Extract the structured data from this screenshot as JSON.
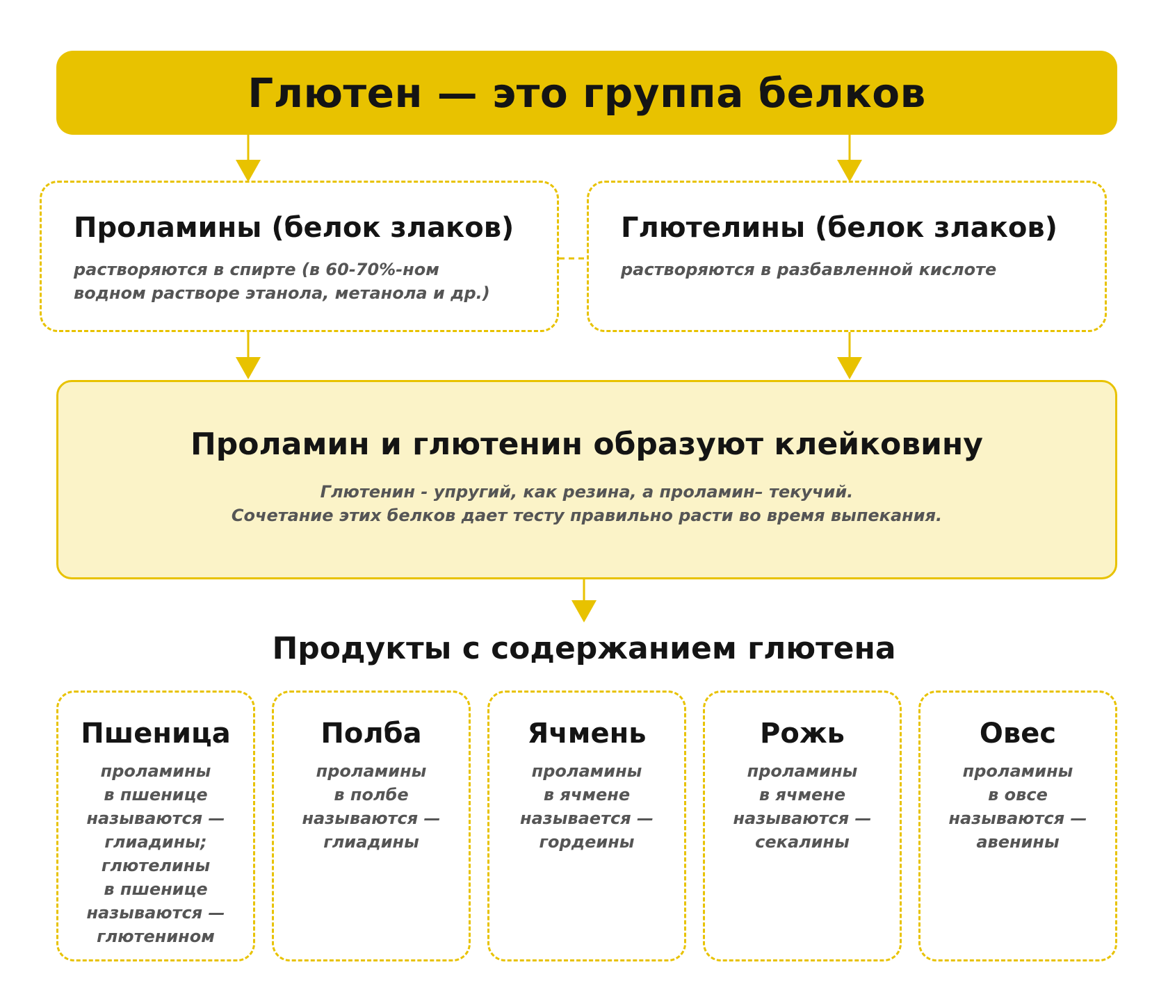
{
  "colors": {
    "accent": "#e8c200",
    "highlight_bg": "#fbf3c8",
    "text": "#141414",
    "subtext": "#555555"
  },
  "banner": {
    "title": "Глютен — это группа белков"
  },
  "prolamins": {
    "title": "Проламины (белок злаков)",
    "line1": "растворяются в спирте (в 60-70%-ном",
    "line2": "водном растворе этанола, метанола и др.)"
  },
  "glutelins": {
    "title": "Глютелины (белок злаков)",
    "line1": "растворяются в разбавленной кислоте"
  },
  "gluten": {
    "title": "Проламин и глютенин образуют клейковину",
    "line1": "Глютенин - упругий, как резина, а  проламин– текучий.",
    "line2": "Сочетание этих белков дает тесту правильно расти во время выпекания."
  },
  "products": {
    "title": "Продукты с содержанием глютена",
    "items": [
      {
        "name": "Пшеница",
        "text": "проламины\nв пшенице\nназываются —\nглиадины;\nглютелины\nв пшенице\nназываются —\nглютенином"
      },
      {
        "name": "Полба",
        "text": "проламины\nв полбе\nназываются —\nглиадины"
      },
      {
        "name": "Ячмень",
        "text": "проламины\nв ячмене\nназывается —\nгордеины"
      },
      {
        "name": "Рожь",
        "text": "проламины\nв ячмене\nназываются —\nсекалины"
      },
      {
        "name": "Овес",
        "text": "проламины\nв овсе\nназываются —\nавенины"
      }
    ]
  }
}
